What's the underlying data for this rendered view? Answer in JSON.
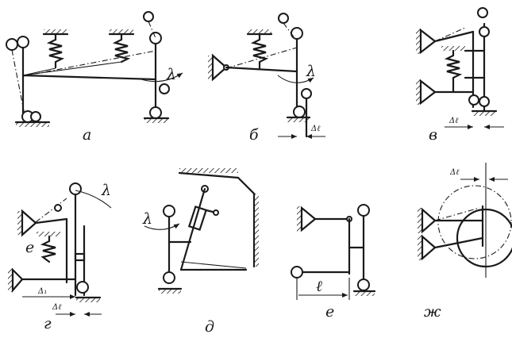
{
  "figure": {
    "panels": [
      {
        "id": "a",
        "label": "а"
      },
      {
        "id": "b",
        "label": "б"
      },
      {
        "id": "v",
        "label": "в"
      },
      {
        "id": "g",
        "label": "г"
      },
      {
        "id": "d",
        "label": "д"
      },
      {
        "id": "e",
        "label": "е"
      },
      {
        "id": "zh",
        "label": "ж"
      }
    ],
    "symbols": {
      "lambda": "λ",
      "delta_l": "Δℓ",
      "delta_1": "Δ₁",
      "l": "ℓ",
      "e": "е"
    },
    "colors": {
      "ink": "#1a1a1a",
      "paper": "#ffffff"
    }
  }
}
